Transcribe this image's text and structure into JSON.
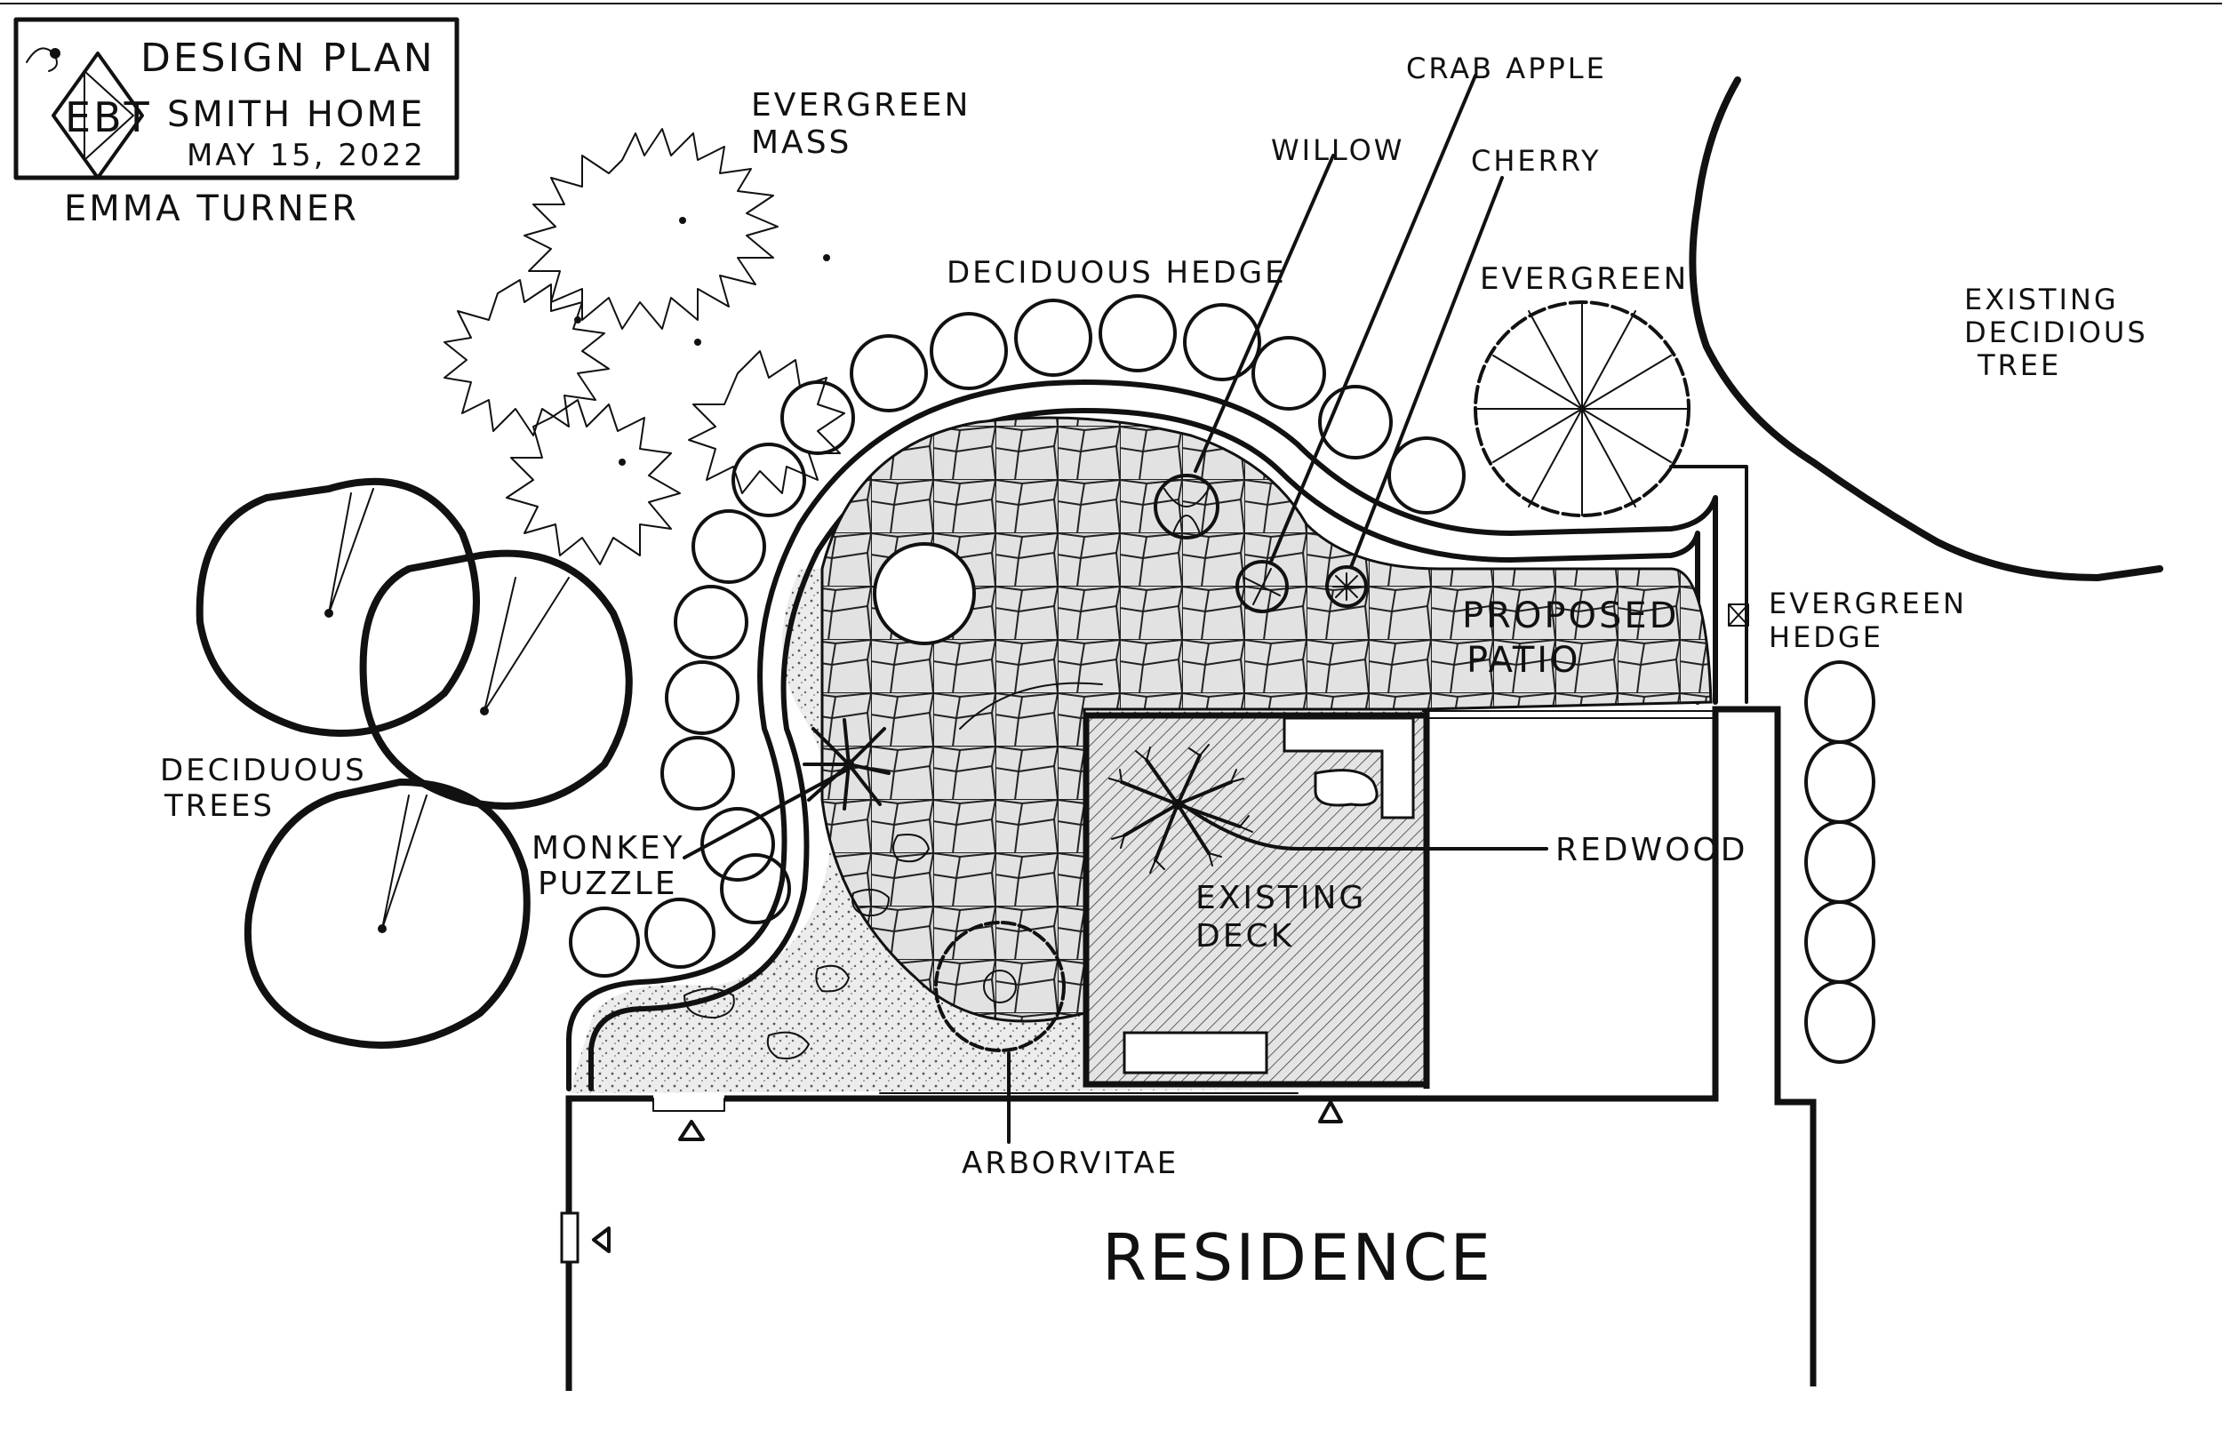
{
  "title_block": {
    "title": "DESIGN PLAN",
    "project": "SMITH HOME",
    "date": "MAY 15, 2022",
    "designer": "EMMA TURNER",
    "logo_text": "EBT"
  },
  "labels": {
    "evergreen_mass": [
      "EVERGREEN",
      "MASS"
    ],
    "deciduous_hedge": "DECIDUOUS HEDGE",
    "willow": "WILLOW",
    "crab_apple": "CRAB APPLE",
    "cherry": "CHERRY",
    "evergreen": "EVERGREEN",
    "existing_deciduous_tree": [
      "EXISTING",
      "DECIDIOUS",
      "TREE"
    ],
    "proposed_patio": [
      "PROPOSED",
      "PATIO"
    ],
    "evergreen_hedge": [
      "EVERGREEN",
      "HEDGE"
    ],
    "deciduous_trees": [
      "DECIDUOUS",
      "TREES"
    ],
    "monkey_puzzle": [
      "MONKEY",
      "PUZZLE"
    ],
    "redwood": "REDWOOD",
    "existing_deck": [
      "EXISTING",
      "DECK"
    ],
    "arborvitae": "ARBORVITAE",
    "residence": "RESIDENCE"
  },
  "colors": {
    "ink": "#111111",
    "paper": "#ffffff",
    "gravel": "#e6e6e6",
    "stone": "#cfcfcf",
    "deck": "#d9d9d9"
  }
}
